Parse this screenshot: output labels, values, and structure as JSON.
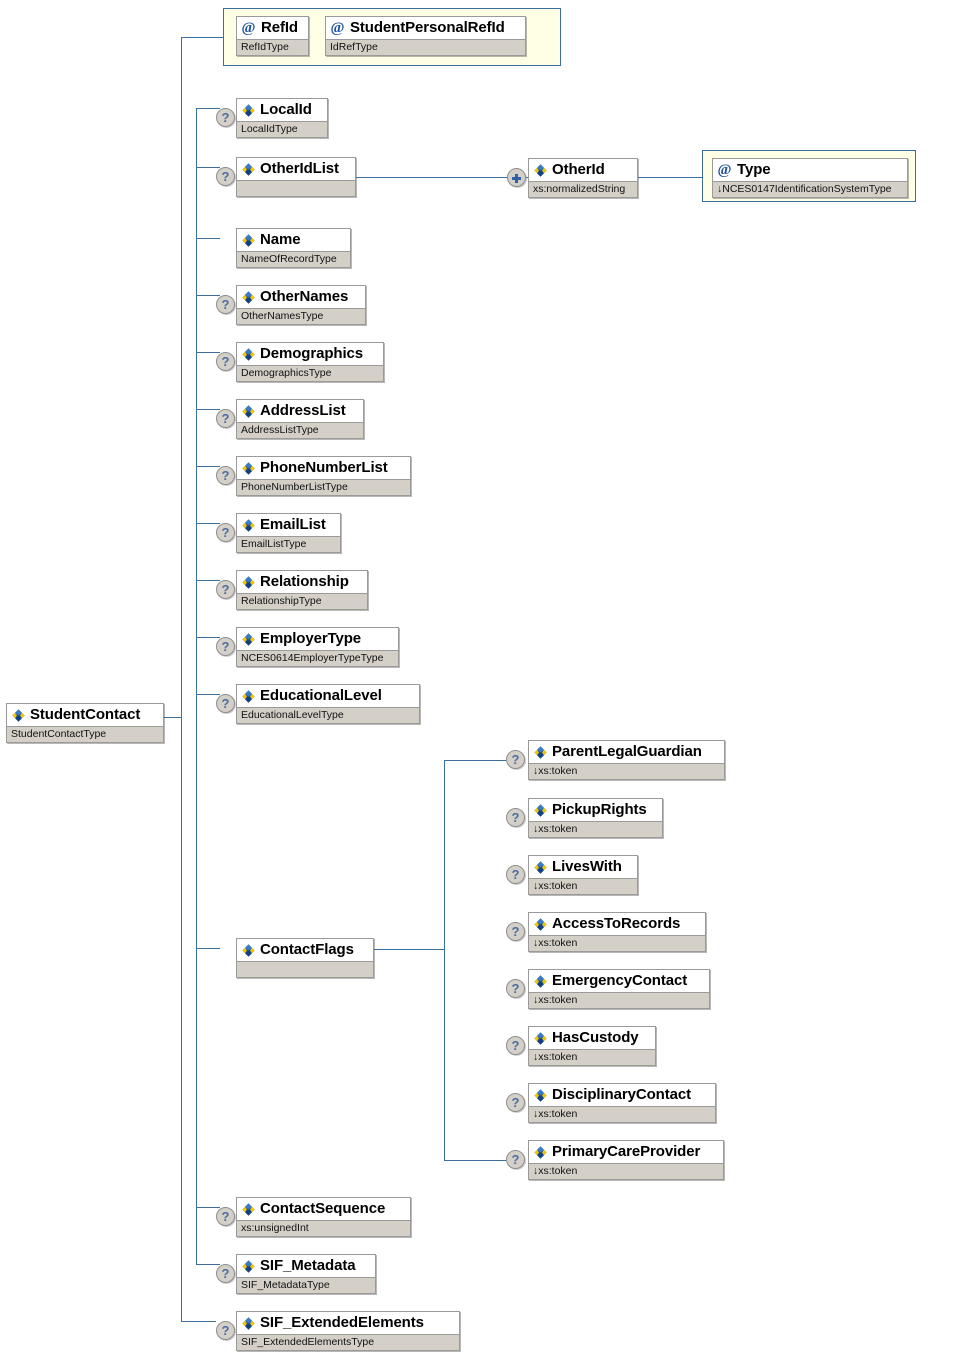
{
  "diagram": {
    "title": "StudentContact",
    "root": {
      "name": "StudentContact",
      "type": "StudentContactType"
    },
    "icons": {
      "element": "element-icon",
      "attribute": "attribute-icon",
      "optional": "optional-question-icon",
      "repeat": "plus-expand-icon"
    },
    "colors": {
      "line": "#3c6e9e",
      "box_border": "#9a9a9a",
      "type_bg": "#d4d0c8",
      "attr_group_bg": "#ffffe6",
      "attr_group_border": "#3c6e9e",
      "icon_blue": "#1b4f9c",
      "icon_yellow": "#f2c500"
    },
    "attribute_group": {
      "attributes": [
        {
          "name": "RefId",
          "type": "RefIdType"
        },
        {
          "name": "StudentPersonalRefId",
          "type": "IdRefType"
        }
      ]
    },
    "children": [
      {
        "name": "LocalId",
        "type": "LocalIdType",
        "optional": true
      },
      {
        "name": "OtherIdList",
        "type": "",
        "optional": true
      },
      {
        "name": "Name",
        "type": "NameOfRecordType",
        "optional": false
      },
      {
        "name": "OtherNames",
        "type": "OtherNamesType",
        "optional": true
      },
      {
        "name": "Demographics",
        "type": "DemographicsType",
        "optional": true
      },
      {
        "name": "AddressList",
        "type": "AddressListType",
        "optional": true
      },
      {
        "name": "PhoneNumberList",
        "type": "PhoneNumberListType",
        "optional": true
      },
      {
        "name": "EmailList",
        "type": "EmailListType",
        "optional": true
      },
      {
        "name": "Relationship",
        "type": "RelationshipType",
        "optional": true
      },
      {
        "name": "EmployerType",
        "type": "NCES0614EmployerTypeType",
        "optional": true
      },
      {
        "name": "EducationalLevel",
        "type": "EducationalLevelType",
        "optional": true
      },
      {
        "name": "ContactFlags",
        "type": "",
        "optional": false
      },
      {
        "name": "ContactSequence",
        "type": "xs:unsignedInt",
        "optional": true
      },
      {
        "name": "SIF_Metadata",
        "type": "SIF_MetadataType",
        "optional": true
      },
      {
        "name": "SIF_ExtendedElements",
        "type": "SIF_ExtendedElementsType",
        "optional": true
      }
    ],
    "other_id_branch": {
      "parent": "OtherIdList",
      "child": {
        "name": "OtherId",
        "type": "xs:normalizedString",
        "repeat": true
      },
      "child_attribute": {
        "name": "Type",
        "type": "↓NCES0147IdentificationSystemType"
      }
    },
    "contact_flags_children": [
      {
        "name": "ParentLegalGuardian",
        "type": "↓xs:token",
        "optional": true
      },
      {
        "name": "PickupRights",
        "type": "↓xs:token",
        "optional": true
      },
      {
        "name": "LivesWith",
        "type": "↓xs:token",
        "optional": true
      },
      {
        "name": "AccessToRecords",
        "type": "↓xs:token",
        "optional": true
      },
      {
        "name": "EmergencyContact",
        "type": "↓xs:token",
        "optional": true
      },
      {
        "name": "HasCustody",
        "type": "↓xs:token",
        "optional": true
      },
      {
        "name": "DisciplinaryContact",
        "type": "↓xs:token",
        "optional": true
      },
      {
        "name": "PrimaryCareProvider",
        "type": "↓xs:token",
        "optional": true
      }
    ]
  }
}
